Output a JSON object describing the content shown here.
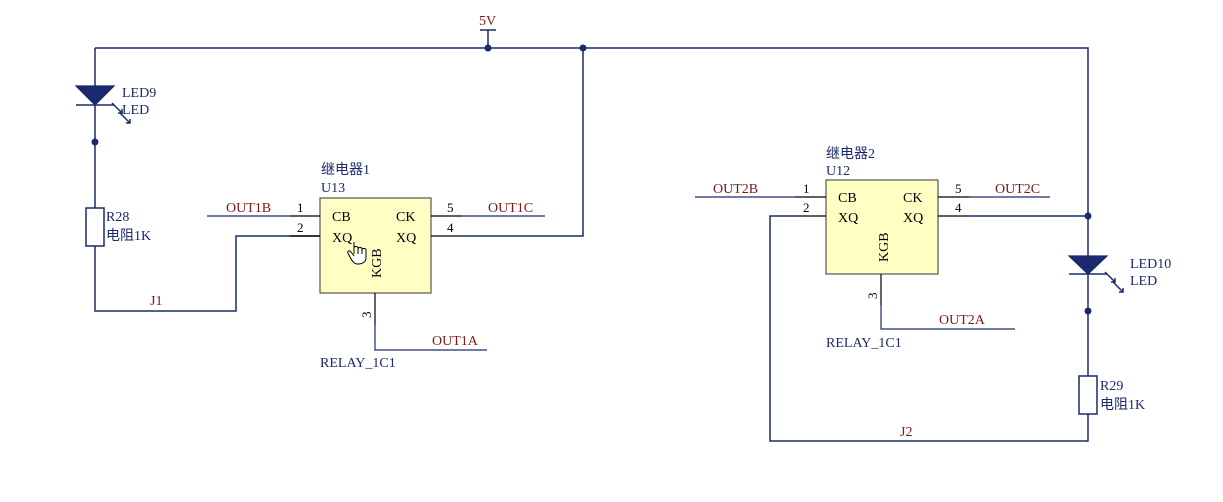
{
  "power": {
    "label": "5V"
  },
  "leds": [
    {
      "ref": "LED9",
      "value": "LED"
    },
    {
      "ref": "LED10",
      "value": "LED"
    }
  ],
  "resistors": [
    {
      "ref": "R28",
      "value": "电阻1K"
    },
    {
      "ref": "R29",
      "value": "电阻1K"
    }
  ],
  "relays": [
    {
      "title": "继电器1",
      "ref": "U13",
      "part": "RELAY_1C1",
      "pins": {
        "p1": "1",
        "p2": "2",
        "p3": "3",
        "p4": "4",
        "p5": "5"
      },
      "internal": {
        "cb": "CB",
        "xq_left": "XQ",
        "ck": "CK",
        "xq_right": "XQ",
        "kgb": "KGB"
      },
      "nets": {
        "in1": "OUT1B",
        "out5": "OUT1C",
        "out3": "OUT1A"
      }
    },
    {
      "title": "继电器2",
      "ref": "U12",
      "part": "RELAY_1C1",
      "pins": {
        "p1": "1",
        "p2": "2",
        "p3": "3",
        "p4": "4",
        "p5": "5"
      },
      "internal": {
        "cb": "CB",
        "xq_left": "XQ",
        "ck": "CK",
        "xq_right": "XQ",
        "kgb": "KGB"
      },
      "nets": {
        "in1": "OUT2B",
        "out5": "OUT2C",
        "out3": "OUT2A"
      }
    }
  ],
  "jumpers": [
    {
      "label": "J1"
    },
    {
      "label": "J2"
    }
  ],
  "colors": {
    "wire": "#1a2a6c",
    "net_label": "#7a1a1a",
    "ic_fill": "#ffffc4"
  }
}
